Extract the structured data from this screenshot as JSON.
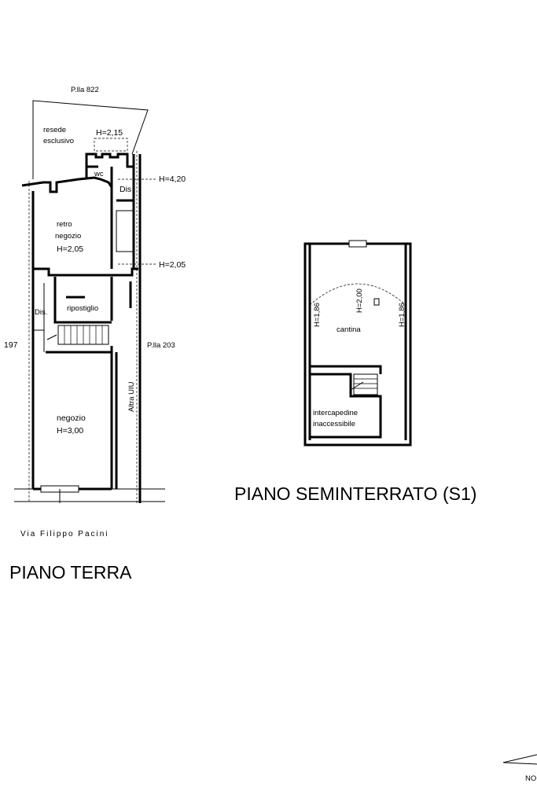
{
  "ground_floor": {
    "title": "PIANO TERRA",
    "street": "Via Filippo Pacini",
    "parcel_top": "P.lla 822",
    "parcel_right": "P.lla 203",
    "parcel_left": "197",
    "neighbor_unit": "Altra UIU",
    "yard_line1": "resede",
    "yard_line2": "esclusivo",
    "yard_height": "H=2,15",
    "wc": "wc",
    "dis_upper": "Dis",
    "height_upper": "H=4,20",
    "backshop_line1": "retro",
    "backshop_line2": "negozio",
    "backshop_height": "H=2,05",
    "height_mid": "H=2,05",
    "storage": "ripostiglio",
    "dis_lower": "Dis.",
    "shop": "negozio",
    "shop_height": "H=3,00"
  },
  "basement": {
    "title": "PIANO SEMINTERRATO (S1)",
    "cellar": "cantina",
    "h_left": "H=1,86",
    "h_center": "H=2,00",
    "h_right": "H=1,86",
    "void_line1": "intercapedine",
    "void_line2": "inaccessibile"
  },
  "north": {
    "label": "NO"
  }
}
